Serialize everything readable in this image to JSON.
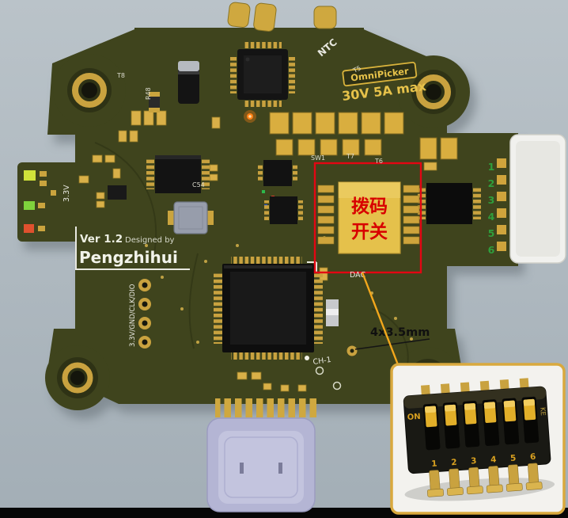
{
  "board": {
    "badge_brand": "OmniPicker",
    "badge_rating": "30V 5A max",
    "ntc_label": "NTC",
    "version_label": "Ver 1.2",
    "designed_by_label": "Designed by",
    "designer_name": "Pengzhihui",
    "rail_label": "3.3V",
    "swd_header_label": "3.3V/GND/CLK/DIO",
    "ch1_label": "CH-1",
    "dac_label": "DAC",
    "connector_pin_numbers": [
      "1",
      "2",
      "3",
      "4",
      "5",
      "6"
    ],
    "refs": {
      "t8": "T8",
      "r48": "R48",
      "t5": "T5",
      "t6": "T6",
      "t7": "T7",
      "sw1": "SW1",
      "c54": "C54"
    }
  },
  "annotation": {
    "dip_label_line1": "拨码",
    "dip_label_line2": "开关",
    "dimension_label": "4x3.5mm"
  },
  "inset": {
    "on_label": "ON",
    "brand_mark": "KE",
    "pin_numbers": [
      "1",
      "2",
      "3",
      "4",
      "5",
      "6"
    ]
  },
  "colors": {
    "board_green": "#3f441d",
    "pad_gold": "#c9a23f",
    "annotation_red": "#e30613",
    "leader_orange": "#f2a71c",
    "pin_label_green": "#2f9e3c",
    "silkscreen_white": "#e8e8e0",
    "dip_text_red": "#d80000",
    "usb_lavender": "#b4b5d4",
    "inset_border_gold": "#d9a93e",
    "bottom_bar": "#070707"
  }
}
